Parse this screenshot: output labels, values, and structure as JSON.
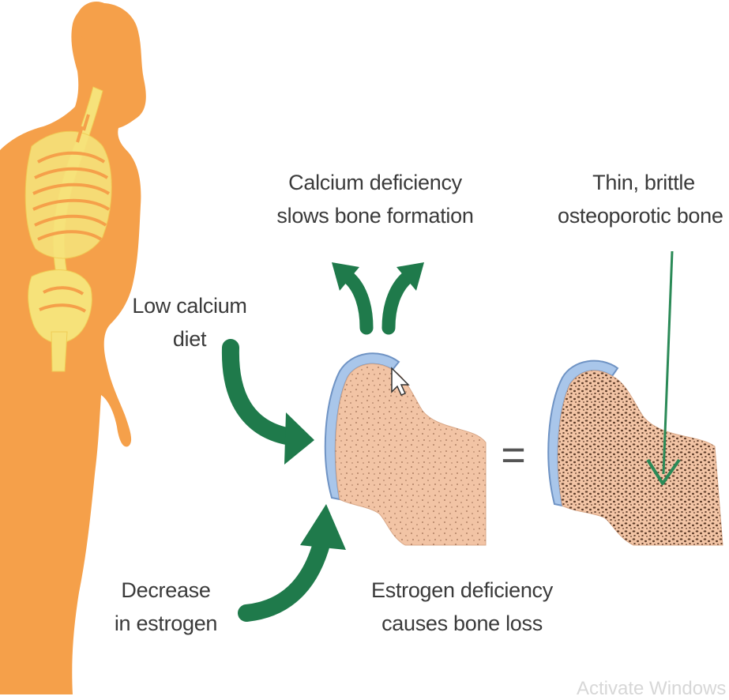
{
  "labels": {
    "calcium_deficiency": [
      "Calcium deficiency",
      "slows bone formation"
    ],
    "thin_brittle": [
      "Thin, brittle",
      "osteoporotic bone"
    ],
    "low_calcium": [
      "Low calcium",
      "diet"
    ],
    "decrease_estrogen": [
      "Decrease",
      "in estrogen"
    ],
    "estrogen_deficiency": [
      "Estrogen deficiency",
      "causes bone loss"
    ]
  },
  "equals_sign": "=",
  "watermark": "Activate Windows",
  "colors": {
    "figure": "#F5A04A",
    "skeleton": "#F6E27A",
    "bone": "#F2C4A5",
    "cartilage": "#A9C6EA",
    "arrow": "#1F7A4B",
    "pointer": "#2B8A57"
  }
}
